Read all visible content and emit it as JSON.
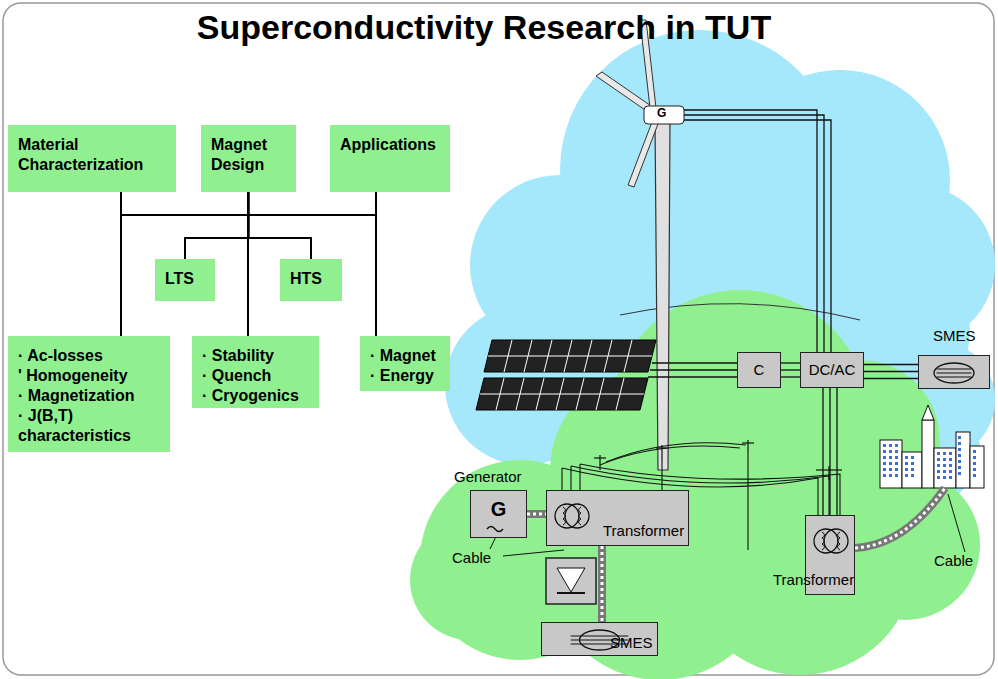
{
  "diagram": {
    "title": "Superconductivity Research in TUT",
    "nodes": [
      {
        "text": [
          "Material Characterization"
        ]
      },
      {
        "text": [
          "Magnet Design"
        ]
      },
      {
        "text": [
          "Applications"
        ]
      },
      {
        "text": [
          "LTS"
        ]
      },
      {
        "text": [
          "HTS"
        ]
      },
      {
        "text": [
          "· Ac-losses",
          "' Homogeneity",
          "· Magnetization",
          "· J(B,T) characteristics"
        ]
      },
      {
        "text": [
          "· Stability",
          "· Quench",
          "· Cryogenics"
        ]
      },
      {
        "text": [
          "· Magnet",
          "· Energy"
        ]
      },
      {
        "text": [
          "C"
        ]
      },
      {
        "text": [
          "DC/AC"
        ]
      },
      {
        "text": [
          "SMES"
        ]
      },
      {
        "text": [
          "Generator",
          "G"
        ]
      },
      {
        "text": [
          "Transformer"
        ]
      },
      {
        "text": [
          "Transformer"
        ]
      },
      {
        "text": [
          "SMES"
        ]
      }
    ],
    "edges": [
      {
        "from": 0,
        "to": 5,
        "arrow": "none"
      },
      {
        "from": 1,
        "to": 6,
        "arrow": "none"
      },
      {
        "from": 2,
        "to": 7,
        "arrow": "none"
      },
      {
        "from": 1,
        "to": 3,
        "arrow": "none"
      },
      {
        "from": 1,
        "to": 4,
        "arrow": "none"
      },
      {
        "from": 8,
        "to": 9,
        "arrow": "none"
      },
      {
        "from": 9,
        "to": 10,
        "arrow": "none"
      },
      {
        "from": 9,
        "to": 13,
        "arrow": "none"
      },
      {
        "from": 11,
        "to": 12,
        "arrow": "none"
      },
      {
        "from": 12,
        "to": 14,
        "arrow": "none"
      }
    ],
    "labels": [
      "G",
      "Cable",
      "Cable"
    ]
  }
}
